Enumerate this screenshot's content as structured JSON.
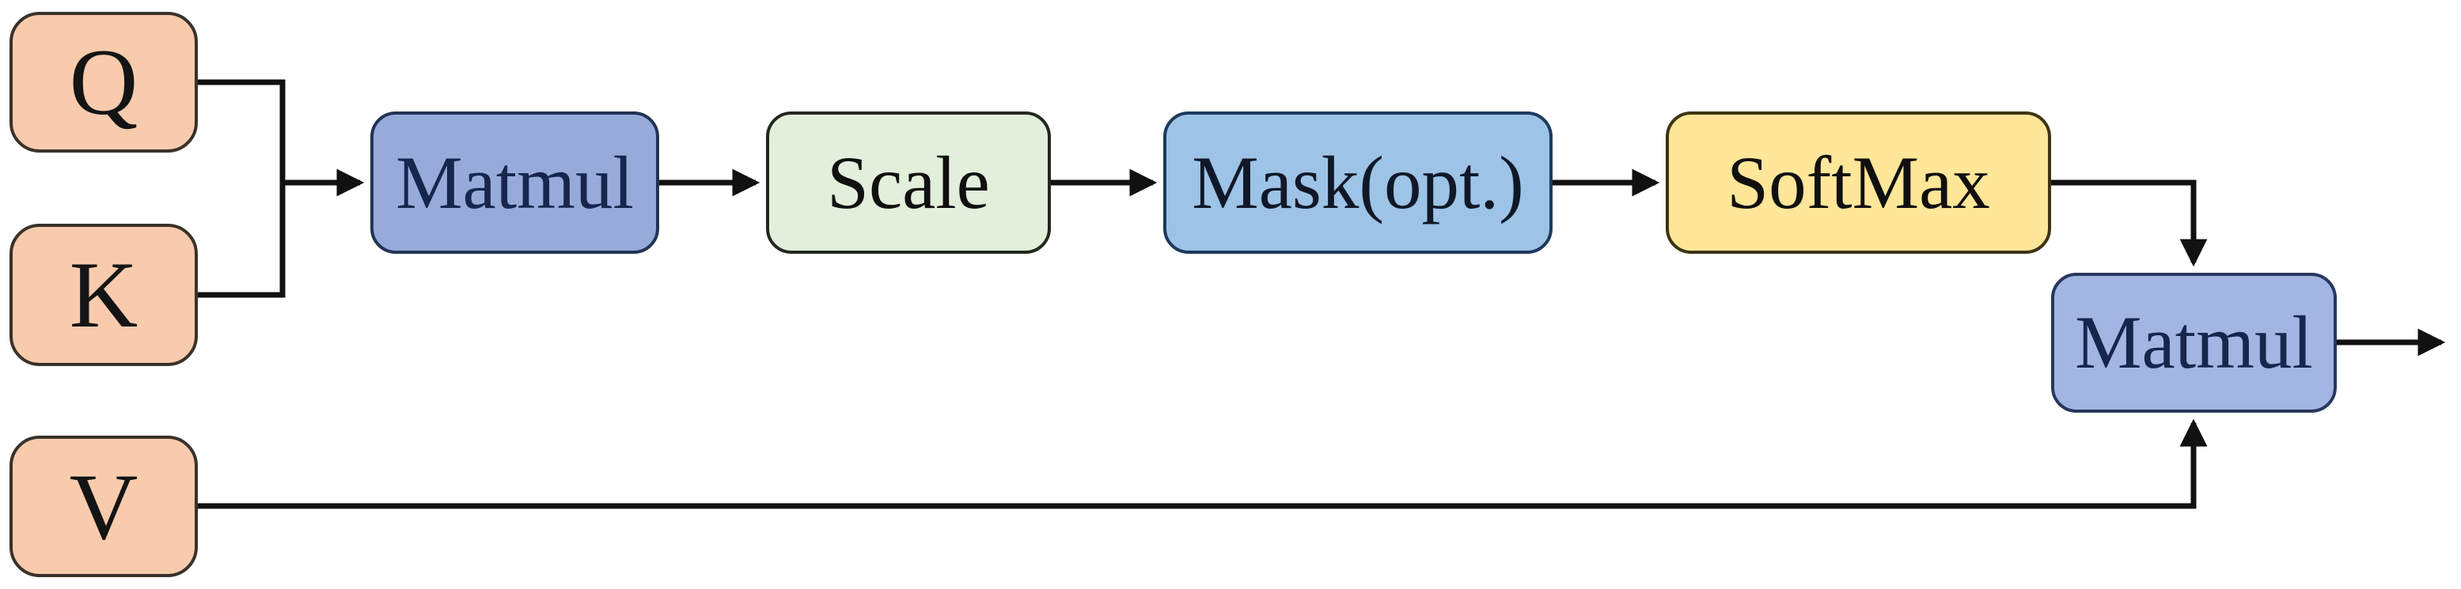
{
  "diagram": {
    "type": "flowchart",
    "nodes": [
      {
        "id": "q",
        "label": "Q"
      },
      {
        "id": "k",
        "label": "K"
      },
      {
        "id": "v",
        "label": "V"
      },
      {
        "id": "matmul1",
        "label": "Matmul"
      },
      {
        "id": "scale",
        "label": "Scale"
      },
      {
        "id": "mask",
        "label": "Mask(opt.)"
      },
      {
        "id": "softmax",
        "label": "SoftMax"
      },
      {
        "id": "matmul2",
        "label": "Matmul"
      }
    ],
    "edges": [
      {
        "from": "Q",
        "to": "Matmul"
      },
      {
        "from": "K",
        "to": "Matmul"
      },
      {
        "from": "Matmul",
        "to": "Scale"
      },
      {
        "from": "Scale",
        "to": "Mask(opt.)"
      },
      {
        "from": "Mask(opt.)",
        "to": "SoftMax"
      },
      {
        "from": "SoftMax",
        "to": "Matmul-2"
      },
      {
        "from": "V",
        "to": "Matmul-2"
      },
      {
        "from": "Matmul-2",
        "to": "output"
      }
    ],
    "colors": {
      "input_fill": "#F8CBAD",
      "matmul1_fill": "#97ABDB",
      "scale_fill": "#E2EFDA",
      "mask_fill": "#9DC3E6",
      "softmax_fill": "#FFE699",
      "matmul2_fill": "#A3B6E2",
      "connector": "#111111",
      "background": "#FFFFFF"
    }
  }
}
